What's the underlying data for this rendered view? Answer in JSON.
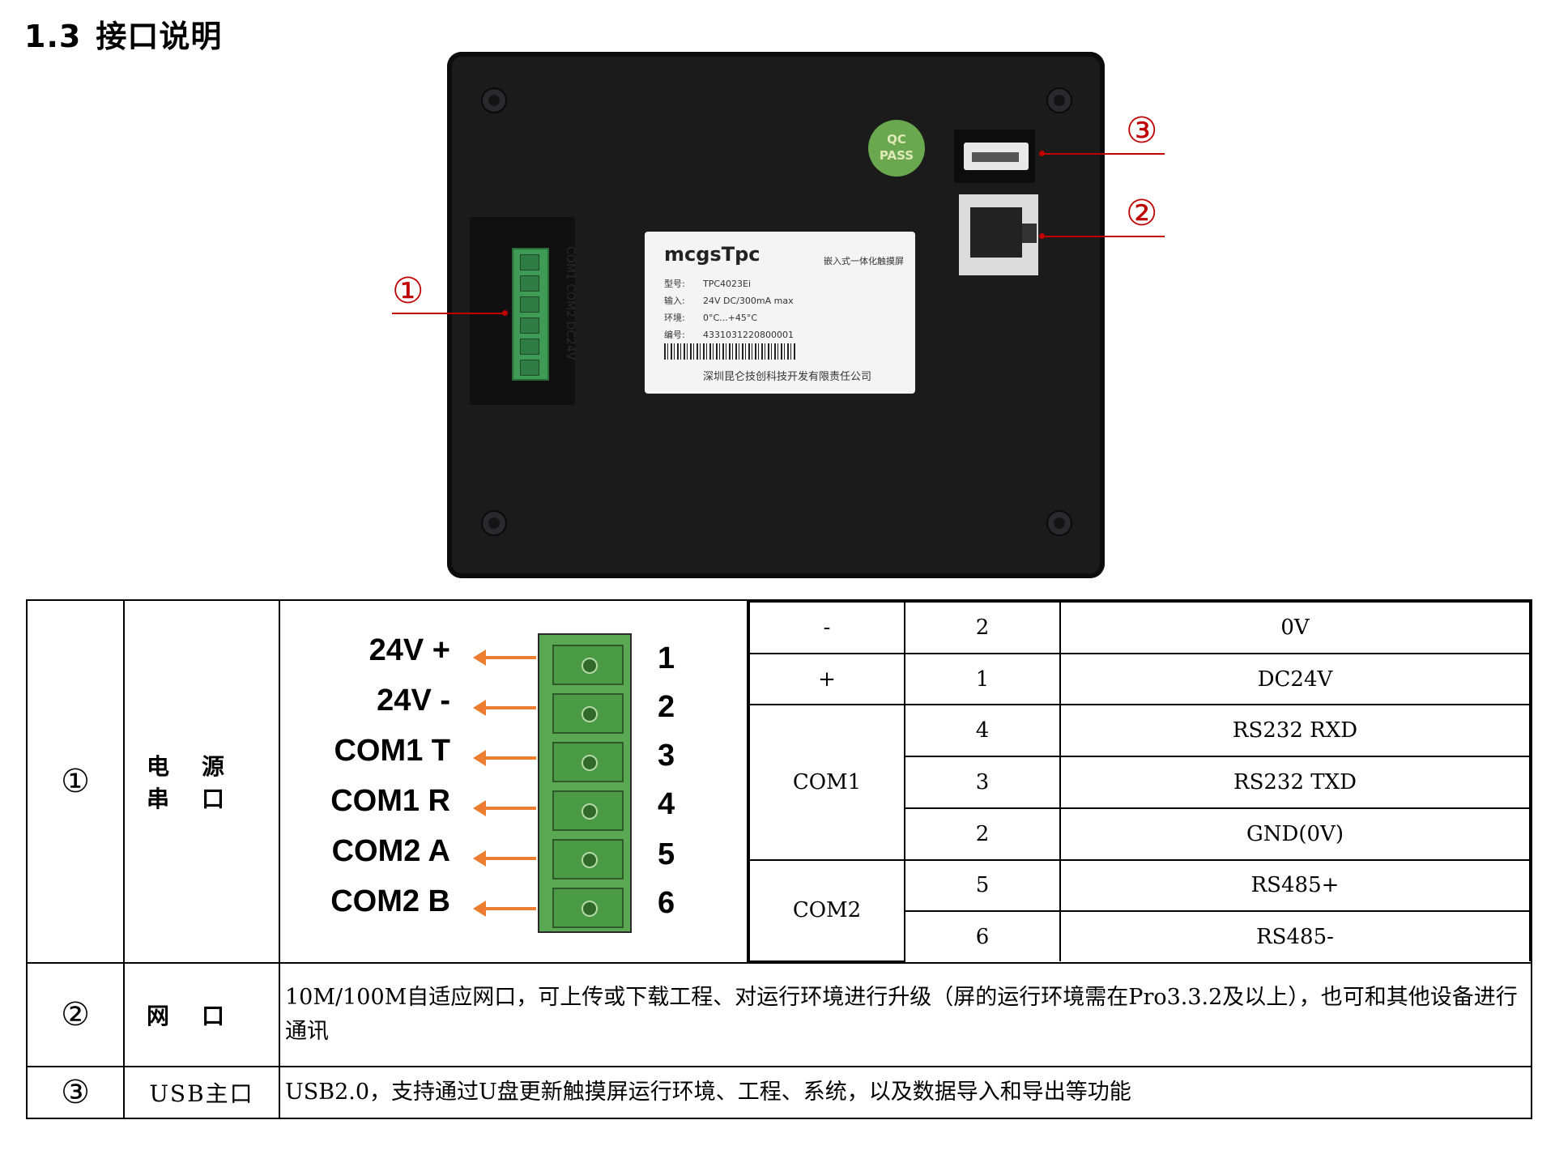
{
  "heading": {
    "number": "1.3",
    "title": "接口说明"
  },
  "device": {
    "side_text": "COM1 COM2 DC24V",
    "qc": {
      "line1": "QC",
      "line2": "PASS"
    },
    "label": {
      "brand": "mcgsTpc",
      "product": "嵌入式一体化触摸屏",
      "rows": [
        {
          "k": "型号:",
          "v": "TPC4023Ei"
        },
        {
          "k": "输入:",
          "v": "24V DC/300mA max"
        },
        {
          "k": "环境:",
          "v": "0°C...+45°C"
        },
        {
          "k": "编号:",
          "v": "4331031220800001"
        }
      ],
      "maker": "深圳昆仑技创科技开发有限责任公司"
    },
    "callouts": [
      "①",
      "②",
      "③"
    ]
  },
  "table": {
    "row1": {
      "mark": "①",
      "name_line1": "电源",
      "name_line2": "串口",
      "pins": [
        {
          "label": "24V +",
          "num": "1"
        },
        {
          "label": "24V -",
          "num": "2"
        },
        {
          "label": "COM1 T",
          "num": "3"
        },
        {
          "label": "COM1 R",
          "num": "4"
        },
        {
          "label": "COM2 A",
          "num": "5"
        },
        {
          "label": "COM2 B",
          "num": "6"
        }
      ],
      "groups": [
        {
          "name": "-",
          "rows": [
            {
              "pin": "2",
              "signal": "0V"
            }
          ]
        },
        {
          "name": "+",
          "rows": [
            {
              "pin": "1",
              "signal": "DC24V"
            }
          ]
        },
        {
          "name": "COM1",
          "rows": [
            {
              "pin": "4",
              "signal": "RS232 RXD"
            },
            {
              "pin": "3",
              "signal": "RS232 TXD"
            },
            {
              "pin": "2",
              "signal": "GND(0V)"
            }
          ]
        },
        {
          "name": "COM2",
          "rows": [
            {
              "pin": "5",
              "signal": "RS485+"
            },
            {
              "pin": "6",
              "signal": "RS485-"
            }
          ]
        }
      ]
    },
    "row2": {
      "mark": "②",
      "name": "网口",
      "desc": "10M/100M自适应网口，可上传或下载工程、对运行环境进行升级（屏的运行环境需在Pro3.3.2及以上），也可和其他设备进行通讯"
    },
    "row3": {
      "mark": "③",
      "name": "USB主口",
      "desc": "USB2.0，支持通过U盘更新触摸屏运行环境、工程、系统，以及数据导入和导出等功能"
    }
  }
}
